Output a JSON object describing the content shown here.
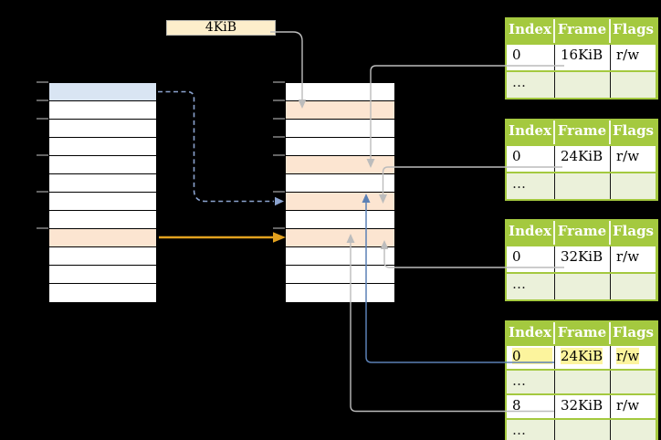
{
  "colors": {
    "background": "#000000",
    "header_green": "#a4c93f",
    "dots_row_green": "#ebf1da",
    "peach_highlight": "#fce5d1",
    "blue_highlight": "#d9e5f3",
    "cream_label": "#fceecb",
    "yellow_mark": "#fcf49d",
    "gray_line": "#bcbcbc",
    "blue_line": "#5b80b5",
    "dashed_blue_line": "#8ba3cf",
    "orange_arrow": "#e2a11f",
    "tick_gray": "#8f8f8f"
  },
  "size_label": {
    "text": "4KiB"
  },
  "virtual_memory_table": {
    "rows": [
      "blue",
      "white",
      "white",
      "white",
      "white",
      "white",
      "white",
      "white",
      "peach",
      "white",
      "white",
      "white"
    ]
  },
  "physical_memory_table": {
    "rows": [
      "white",
      "peach",
      "white",
      "white",
      "peach",
      "white",
      "peach",
      "white",
      "peach",
      "white",
      "white",
      "white"
    ]
  },
  "page_tables": [
    {
      "header": [
        "Index",
        "Frame",
        "Flags"
      ],
      "rows": [
        {
          "type": "entry",
          "marked": false,
          "cells": [
            "0",
            "16KiB",
            "r/w"
          ]
        },
        {
          "type": "dots",
          "marked": false,
          "cells": [
            "…",
            "",
            ""
          ]
        }
      ]
    },
    {
      "header": [
        "Index",
        "Frame",
        "Flags"
      ],
      "rows": [
        {
          "type": "entry",
          "marked": false,
          "cells": [
            "0",
            "24KiB",
            "r/w"
          ]
        },
        {
          "type": "dots",
          "marked": false,
          "cells": [
            "…",
            "",
            ""
          ]
        }
      ]
    },
    {
      "header": [
        "Index",
        "Frame",
        "Flags"
      ],
      "rows": [
        {
          "type": "entry",
          "marked": false,
          "cells": [
            "0",
            "32KiB",
            "r/w"
          ]
        },
        {
          "type": "dots",
          "marked": false,
          "cells": [
            "…",
            "",
            ""
          ]
        }
      ]
    },
    {
      "header": [
        "Index",
        "Frame",
        "Flags"
      ],
      "rows": [
        {
          "type": "entry",
          "marked": true,
          "cells": [
            "0",
            "24KiB",
            "r/w"
          ]
        },
        {
          "type": "dots",
          "marked": false,
          "cells": [
            "…",
            "",
            ""
          ]
        },
        {
          "type": "entry",
          "marked": false,
          "cells": [
            "8",
            "32KiB",
            "r/w"
          ]
        },
        {
          "type": "dots",
          "marked": false,
          "cells": [
            "…",
            "",
            ""
          ]
        }
      ]
    }
  ]
}
